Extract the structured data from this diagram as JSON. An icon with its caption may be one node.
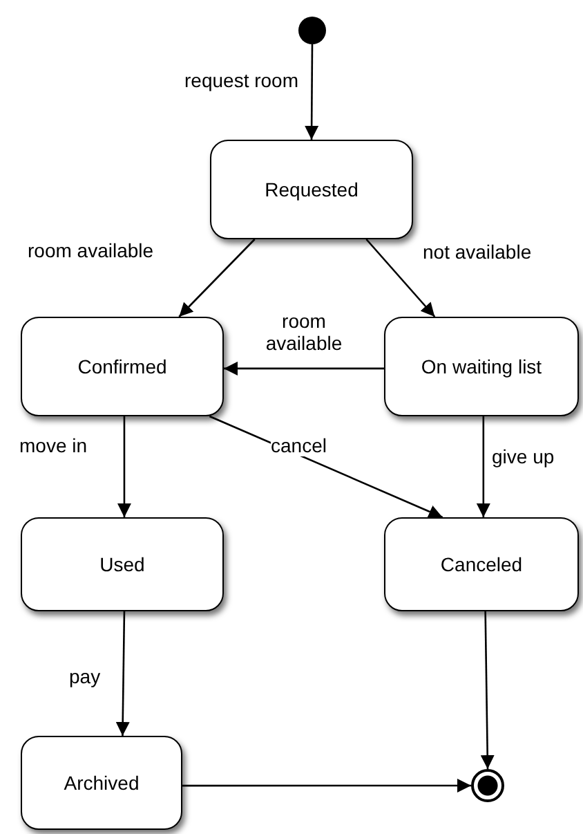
{
  "diagram": {
    "nodes": [
      {
        "text": [],
        "shape": "circle"
      },
      {
        "text": [
          "Requested"
        ]
      },
      {
        "text": [
          "Confirmed"
        ]
      },
      {
        "text": [
          "On waiting list"
        ]
      },
      {
        "text": [
          "Used"
        ]
      },
      {
        "text": [
          "Canceled"
        ]
      },
      {
        "text": [
          "Archived"
        ]
      },
      {
        "text": [],
        "shape": "circle"
      }
    ],
    "edges": [
      {
        "from": 0,
        "to": 1,
        "arrow": "to",
        "label": "request room"
      },
      {
        "from": 1,
        "to": 2,
        "arrow": "to",
        "label": "room available"
      },
      {
        "from": 1,
        "to": 3,
        "arrow": "to",
        "label": "not available"
      },
      {
        "from": 3,
        "to": 2,
        "arrow": "to",
        "label": "room available"
      },
      {
        "from": 2,
        "to": 4,
        "arrow": "to",
        "label": "move in"
      },
      {
        "from": 2,
        "to": 5,
        "arrow": "to",
        "label": "cancel"
      },
      {
        "from": 3,
        "to": 5,
        "arrow": "to",
        "label": "give up"
      },
      {
        "from": 4,
        "to": 6,
        "arrow": "to",
        "label": "pay"
      },
      {
        "from": 5,
        "to": 7,
        "arrow": "to"
      },
      {
        "from": 6,
        "to": 7,
        "arrow": "to"
      }
    ]
  }
}
